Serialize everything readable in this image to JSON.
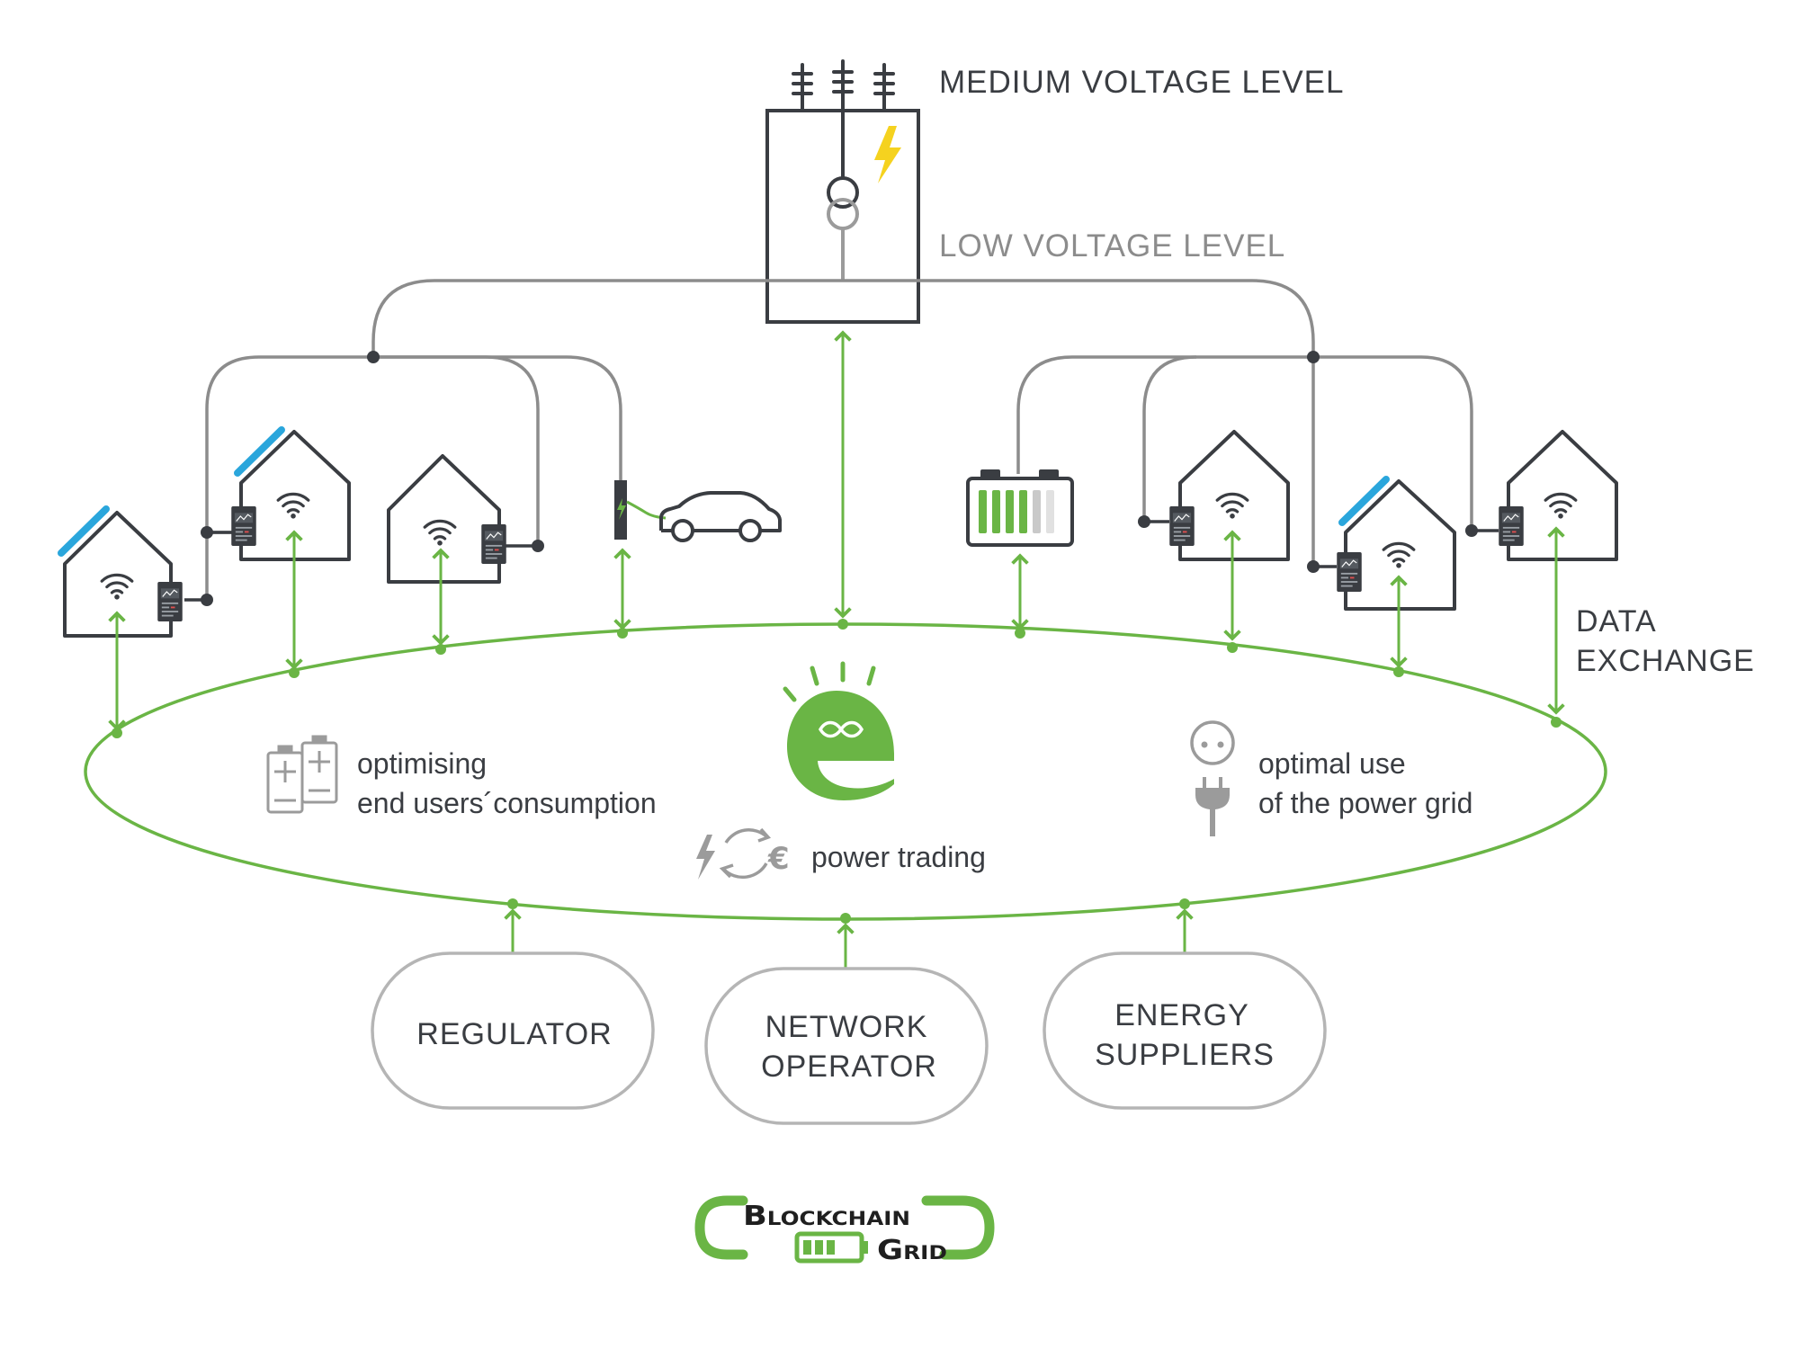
{
  "labels": {
    "medium_voltage": "MEDIUM VOLTAGE LEVEL",
    "low_voltage": "LOW VOLTAGE LEVEL",
    "data_exchange_line1": "DATA",
    "data_exchange_line2": "EXCHANGE",
    "optimising_line1": "optimising",
    "optimising_line2": "end users´consumption",
    "power_trading": "power trading",
    "optimal_line1": "optimal use",
    "optimal_line2": "of the power grid"
  },
  "stakeholders": {
    "regulator": "REGULATOR",
    "network_operator_line1": "NETWORK",
    "network_operator_line2": "OPERATOR",
    "energy_suppliers_line1": "ENERGY",
    "energy_suppliers_line2": "SUPPLIERS"
  },
  "logo": {
    "word1": "Blockchain",
    "word2": "Grid"
  },
  "colors": {
    "accent_green": "#6ab545",
    "solar_blue": "#2aa6dc",
    "lightning_yellow": "#f5d21f",
    "outline_dark": "#3a3d42",
    "grid_grey": "#8c8c8c"
  },
  "icons": [
    "house-icon",
    "solar-panel-icon",
    "wifi-icon",
    "smart-meter-icon",
    "ev-charger-icon",
    "car-icon",
    "battery-icon",
    "transformer-icon",
    "lightning-icon",
    "energy-e-logo-icon",
    "batteries-icon",
    "exchange-euro-icon",
    "socket-icon",
    "plug-icon"
  ]
}
